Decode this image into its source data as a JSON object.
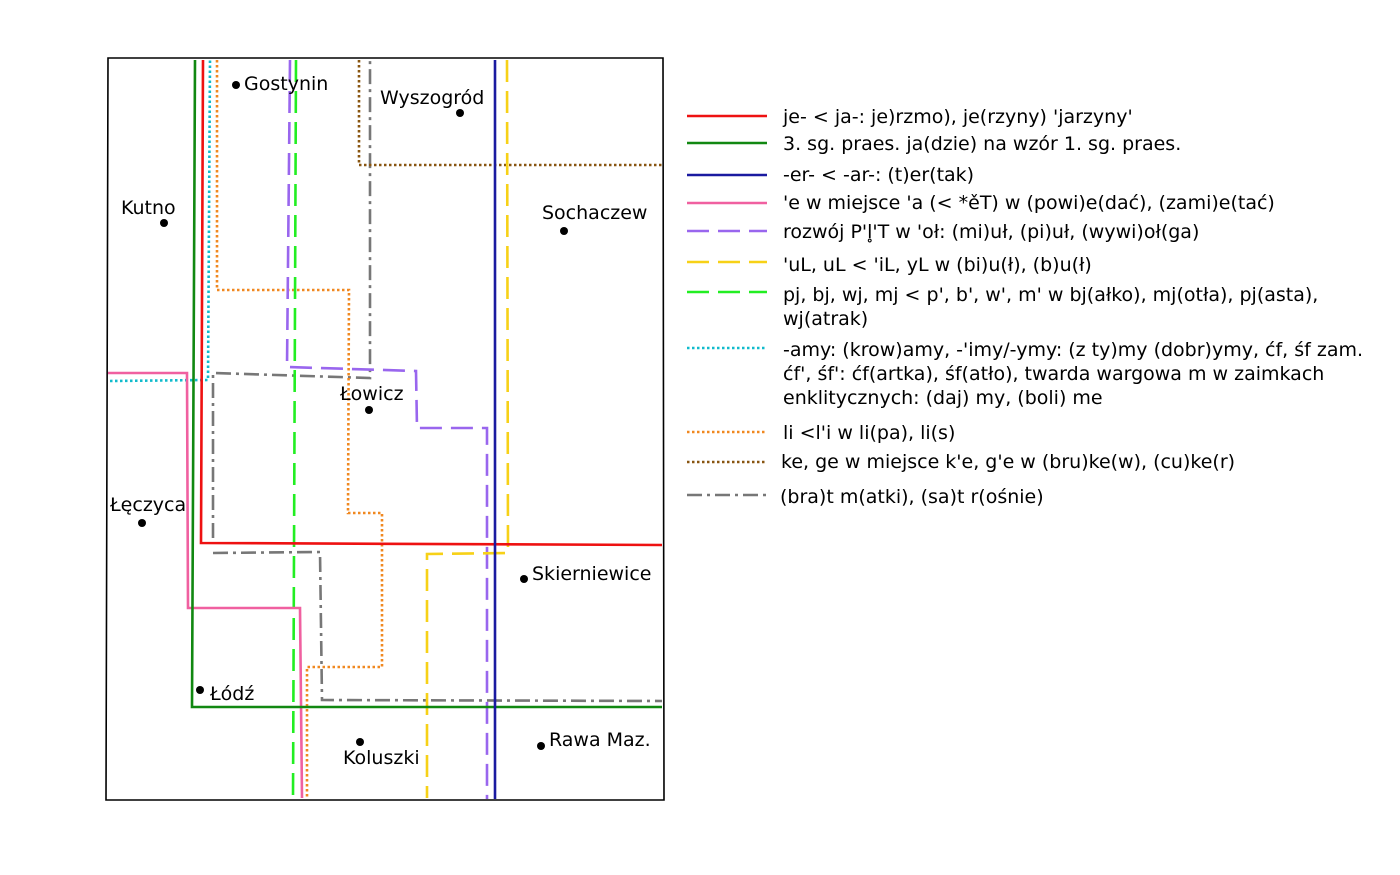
{
  "towns": [
    {
      "id": "gostynin",
      "name": "Gostynin"
    },
    {
      "id": "wyszogrod",
      "name": "Wyszogród"
    },
    {
      "id": "kutno",
      "name": "Kutno"
    },
    {
      "id": "sochaczew",
      "name": "Sochaczew"
    },
    {
      "id": "lowicz",
      "name": "Łowicz"
    },
    {
      "id": "leczyca",
      "name": "Łęczyca"
    },
    {
      "id": "skierniewice",
      "name": "Skierniewice"
    },
    {
      "id": "lodz",
      "name": "Łódź"
    },
    {
      "id": "koluszki",
      "name": "Koluszki"
    },
    {
      "id": "rawa",
      "name": "Rawa Maz."
    }
  ],
  "isoglosses": [
    {
      "id": "red",
      "color": "#ee1111",
      "dash": "solid",
      "label": [
        "je- < ja-: je)rzmo), je(rzyny) 'jarzyny'"
      ]
    },
    {
      "id": "green",
      "color": "#118811",
      "dash": "solid",
      "label": [
        "3. sg. praes. ja(dzie) na wzór 1. sg. praes."
      ]
    },
    {
      "id": "navy",
      "color": "#1a1aa0",
      "dash": "solid",
      "label": [
        "-er- < -ar-: (t)er(tak)"
      ]
    },
    {
      "id": "pink",
      "color": "#f060a0",
      "dash": "solid",
      "label": [
        "'e w miejsce 'a (< *ěT) w (powi)e(dać), (zami)e(tać)"
      ]
    },
    {
      "id": "violet",
      "color": "#9966ee",
      "dash": "long-dash",
      "label": [
        "rozwój P'l̥'T w 'oł: (mi)uł, (pi)uł, (wywi)oł(ga)"
      ]
    },
    {
      "id": "yellow",
      "color": "#f7d117",
      "dash": "long-dash",
      "label": [
        "'uL, uL < 'iL, yL w (bi)u(ł), (b)u(ł)"
      ]
    },
    {
      "id": "lime",
      "color": "#22ee22",
      "dash": "long-dash",
      "label": [
        "pj, bj, wj, mj < p', b', w', m' w bj(ałko), mj(otła), pj(asta),",
        "wj(atrak)"
      ]
    },
    {
      "id": "cyan",
      "color": "#11bbcc",
      "dash": "dotted",
      "label": [
        "-amy: (krow)amy, -'imy/-ymy: (z ty)my (dobr)ymy, ćf, śf zam.",
        "ćf', śf': ćf(artka), śf(atło), twarda wargowa m w zaimkach",
        "enklitycznych: (daj) my, (boli) me"
      ]
    },
    {
      "id": "orange",
      "color": "#f08820",
      "dash": "dotted",
      "label": [
        "li <l'i w li(pa), li(s)"
      ]
    },
    {
      "id": "brown",
      "color": "#885511",
      "dash": "dotted",
      "label": [
        "ke, ge w miejsce k'e, g'e w (bru)ke(w), (cu)ke(r)"
      ]
    },
    {
      "id": "gray",
      "color": "#777777",
      "dash": "dash-dot",
      "label": [
        "(bra)t m(atki), (sa)t r(ośnie)"
      ]
    }
  ]
}
